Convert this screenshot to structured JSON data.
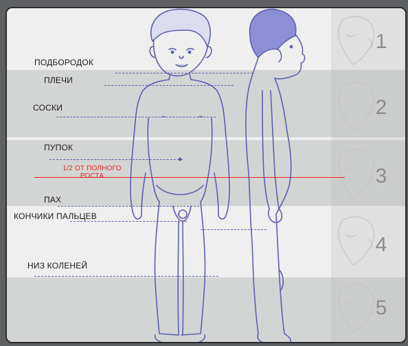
{
  "labels": {
    "chin": "ПОДБОРОДОК",
    "shoulders": "ПЛЕЧИ",
    "nipples": "СОСКИ",
    "navel": "ПУПОК",
    "half_height": "1/2 ОТ ПОЛНОГО РОСТА",
    "half_height_line1": "1/2 ОТ ПОЛНОГО",
    "half_height_line2": "РОСТА",
    "groin": "ПАХ",
    "fingertips": "КОНЧИКИ ПАЛЬЦЕВ",
    "knee_bottom": "НИЗ КОЛЕНЕЙ"
  },
  "head_units": [
    "1",
    "2",
    "3",
    "4",
    "5"
  ],
  "colors": {
    "outline": "#5b5fb0",
    "hair": "#8e8ed6",
    "half_line": "#e8231d",
    "band_light": "#efefef",
    "band_dark": "#d3d5d4"
  }
}
